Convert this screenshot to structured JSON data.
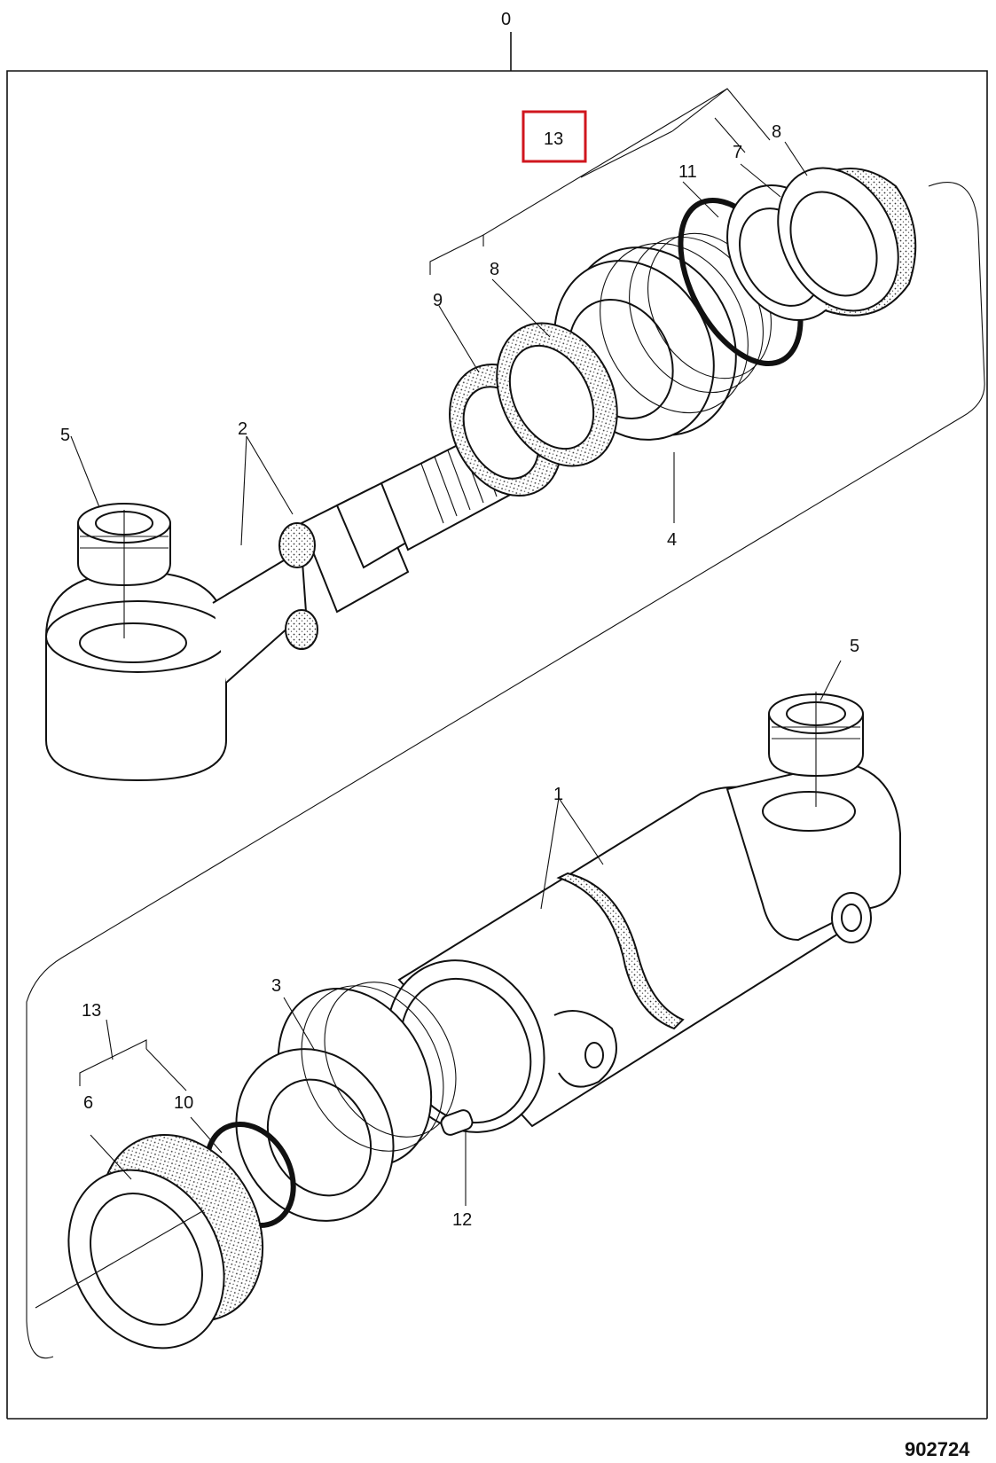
{
  "labels": {
    "assembly": "0",
    "barrel": "1",
    "rod": "2",
    "end_cap": "3",
    "piston": "4",
    "bush_rod_eye": "5",
    "bush_barrel_eye": "5",
    "gland_seal": "6",
    "seal_7": "7",
    "seal_8_top": "8",
    "seal_8_mid": "8",
    "wiper_9": "9",
    "o_ring_10": "10",
    "o_ring_11": "11",
    "grease_nipple": "12",
    "seal_kit_highlighted": "13",
    "seal_kit_lower": "13"
  },
  "figure_number": "902724",
  "highlight_color": "#d0161e"
}
